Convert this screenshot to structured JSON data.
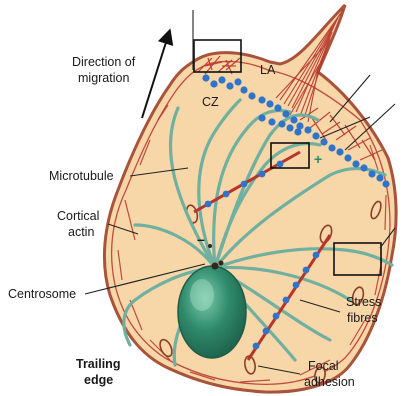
{
  "labels": {
    "direction_line1": "Direction of",
    "direction_line2": "migration",
    "la": "LA",
    "cz": "CZ",
    "microtubule": "Microtubule",
    "cortical_line1": "Cortical",
    "cortical_line2": "actin",
    "centrosome": "Centrosome",
    "stress_line1": "Stress",
    "stress_line2": "fibres",
    "trailing_line1": "Trailing",
    "trailing_line2": "edge",
    "focal_line1": "Focal",
    "focal_line2": "adhesion",
    "plus": "+",
    "minus": "–"
  },
  "colors": {
    "cell_fill": "#f7d6a8",
    "cell_edge": "#a8533a",
    "actin": "#b8342a",
    "microtubule": "#6fb0a0",
    "dot": "#2f74c9",
    "nucleus": "#2f8a6c",
    "leader_line": "#222222"
  }
}
